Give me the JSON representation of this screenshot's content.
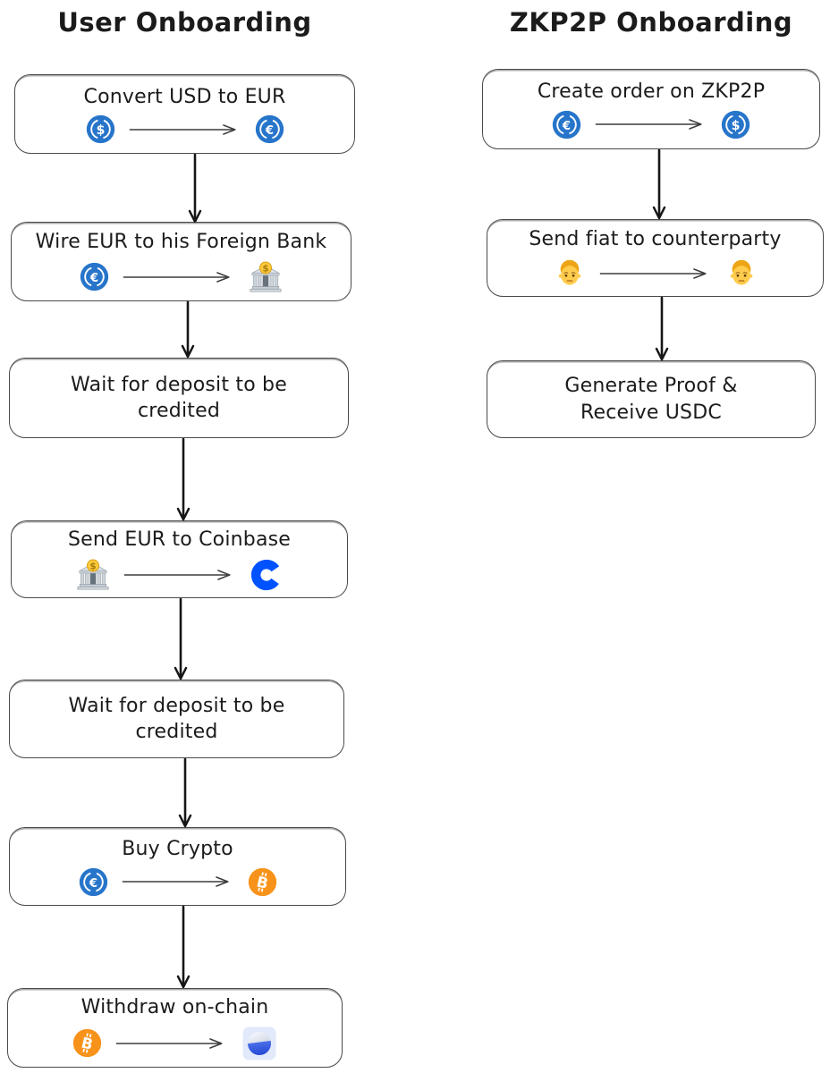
{
  "diagram": {
    "columns": [
      {
        "title": "User Onboarding",
        "nodes": [
          {
            "lines": [
              "Convert USD to EUR"
            ],
            "icon_from": "usd-coin-icon",
            "icon_to": "eur-coin-icon"
          },
          {
            "lines": [
              "Wire EUR to his Foreign Bank"
            ],
            "icon_from": "eur-coin-icon",
            "icon_to": "bank-icon"
          },
          {
            "lines": [
              "Wait for deposit to be",
              "credited"
            ]
          },
          {
            "lines": [
              "Send EUR to Coinbase"
            ],
            "icon_from": "bank-icon",
            "icon_to": "coinbase-icon"
          },
          {
            "lines": [
              "Wait for deposit to be",
              "credited"
            ]
          },
          {
            "lines": [
              "Buy Crypto"
            ],
            "icon_from": "eur-coin-icon",
            "icon_to": "bitcoin-icon"
          },
          {
            "lines": [
              "Withdraw on-chain"
            ],
            "icon_from": "bitcoin-icon",
            "icon_to": "wallet-icon"
          }
        ]
      },
      {
        "title": "ZKP2P Onboarding",
        "nodes": [
          {
            "lines": [
              "Create order on ZKP2P"
            ],
            "icon_from": "eur-coin-icon",
            "icon_to": "usd-coin-icon"
          },
          {
            "lines": [
              "Send fiat to counterparty"
            ],
            "icon_from": "person-icon",
            "icon_to": "person-icon"
          },
          {
            "lines": [
              "Generate Proof &",
              "Receive USDC"
            ]
          }
        ]
      }
    ],
    "symbols": {
      "usd_coin": "$",
      "eur_coin": "€",
      "bitcoin": "B",
      "bank_coin": "$"
    },
    "colors": {
      "coin_blue": "#2775CA",
      "bitcoin_orange": "#F7931A",
      "coinbase_blue": "#0052FF",
      "box_border": "#4a4a4a",
      "text": "#1b1b1b",
      "background": "#ffffff"
    }
  }
}
